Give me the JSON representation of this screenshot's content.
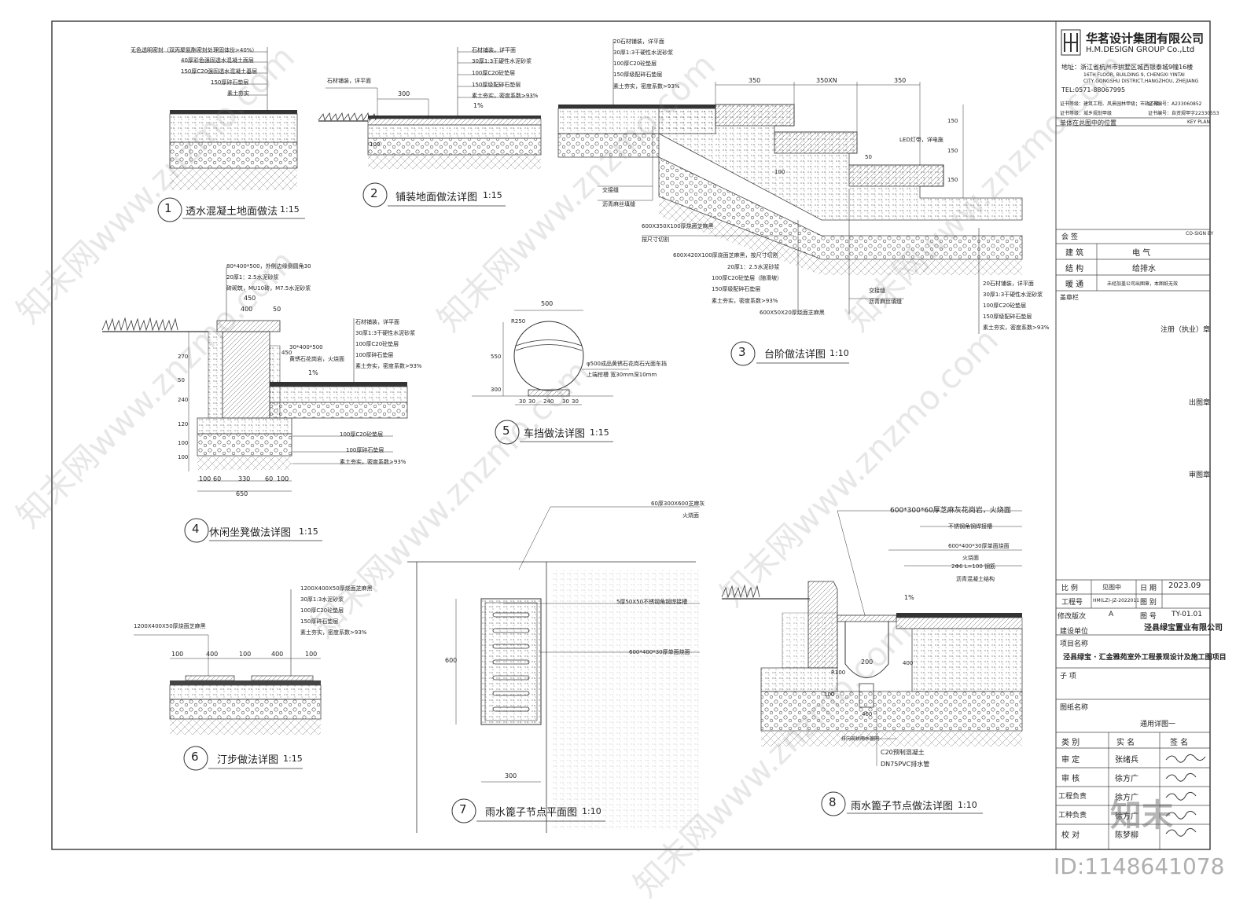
{
  "titleblock": {
    "company_cn": "华茗设计集团有限公司",
    "company_en": "H.M.DESIGN GROUP Co.,Ltd",
    "address_cn": "地址：浙江省杭州市拱墅区城西银泰城9幢16楼",
    "address_en1": "16TH FLOOR, BUILDING 9, CHENGXI YINTAI",
    "address_en2": "CITY,GONGSHU DISTRICT,HANGZHOU, ZHEJIANG",
    "tel": "TEL:0571-88067995",
    "cert1": "证书等级：建筑工程、风景园林甲级；市政乙级",
    "cert1b": "证书编号：A233060852",
    "cert2": "证书等级：城乡规划甲级",
    "cert2b": "证书编号：自资规甲字22330553",
    "key_plan": "单体在总图中的位置",
    "key_plan_en": "KEY PLAN",
    "sign_en": "CO-SIGN BY",
    "sign_label": "会  签",
    "disciplines": [
      {
        "left": "建  筑",
        "right": "电  气"
      },
      {
        "left": "结  构",
        "right": "给排水"
      },
      {
        "left": "暖  通",
        "right": "未经加盖公司出图章，本图纸无效"
      }
    ],
    "stamp_label": "盖章栏",
    "stamp1": "注册（执业）章",
    "stamp2": "出图章",
    "stamp3": "审图章",
    "scale_label": "比  例",
    "scale_value": "见图中",
    "date_label": "日  期",
    "date_value": "2023.09",
    "project_no_label": "工程号",
    "project_no_value": "HM(LZ)-JZ-2022011",
    "drawing_no_label": "图  别",
    "revision_label": "修改版次",
    "revision_value": "A",
    "sheet_no_label": "图  号",
    "sheet_no_value": "TY-01.01",
    "client_label": "建设单位",
    "client_value": "泾县绿宝置业有限公司",
    "project_label": "项目名称",
    "project_value": "泾县绿宝 · 汇金雅苑室外工程景观设计及施工图项目",
    "sub_label": "子    项",
    "drawing_name_label": "图纸名称",
    "drawing_name_value": "通用详图一",
    "sign_header": [
      "类  别",
      "实  名",
      "签  名"
    ],
    "sign_rows": [
      {
        "role": "审  定",
        "name": "张绪兵"
      },
      {
        "role": "审  核",
        "name": "徐方广"
      },
      {
        "role": "工程负责",
        "name": "徐方广"
      },
      {
        "role": "工种负责",
        "name": "徐方广"
      },
      {
        "role": "校  对",
        "name": "陈梦柳"
      }
    ]
  },
  "details": [
    {
      "num": "1",
      "title": "透水混凝土地面做法",
      "scale": "1:15",
      "layers": [
        "无色透明密封（双丙聚氨酯密封处理固体份>40%）",
        "40厚彩色强固透水混凝土面层",
        "150厚C20强固透水混凝土基层",
        "150厚碎石垫层",
        "素土夯实"
      ]
    },
    {
      "num": "2",
      "title": "铺装地面做法详图",
      "scale": "1:15",
      "layers": [
        "石材铺装，详平面",
        "30厚1:3干硬性水泥砂浆",
        "100厚C20砼垫层",
        "150厚级配碎石垫层",
        "素土夯实，密度系数>93%"
      ],
      "side_label": "石材铺装，详平面",
      "dims": [
        "300",
        "1%",
        "100"
      ]
    },
    {
      "num": "3",
      "title": "台阶做法详图",
      "scale": "1:10",
      "top_layers": [
        "20石材铺装，详平面",
        "30厚1:3干硬性水泥砂浆",
        "100厚C20砼垫层",
        "150厚级配碎石垫层",
        "素土夯实，密度系数>93%"
      ],
      "mid_layers": [
        "600X350X100厚烧面芝麻黑",
        "按尺寸切割",
        "600X420X100厚烧面芝麻黑，按尺寸切割",
        "20厚1：2.5水泥砂浆",
        "100厚C20砼垫层（随滑坡）",
        "150厚级配碎石垫层",
        "素土夯实，密度系数>93%",
        "600X50X20厚烧面芝麻黑"
      ],
      "bottom_layers": [
        "20石材铺装，详平面",
        "30厚1:3干硬性水泥砂浆",
        "100厚C20砼垫层",
        "150厚级配碎石垫层",
        "素土夯实，密度系数>93%"
      ],
      "misc": [
        "交接缝",
        "沥青麻丝填缝",
        "LED灯带，详电施",
        "交接缝",
        "沥青麻丝填缝"
      ],
      "dims": [
        "350",
        "350XN",
        "350",
        "150",
        "150",
        "150",
        "50",
        "100"
      ]
    },
    {
      "num": "4",
      "title": "休闲坐凳做法详图",
      "scale": "1:15",
      "layers": [
        "80*400*500，外侧边缘倒圆角30",
        "20厚1：2.5水泥砂浆",
        "砖砌筑，MU10砖，M7.5水泥砂浆"
      ],
      "right_layers": [
        "石材铺装，详平面",
        "30厚1:3干硬性水泥砂浆",
        "100厚C20砼垫层",
        "100厚碎石垫层",
        "素土夯实，密度系数>93%"
      ],
      "inner": [
        "30*400*500",
        "黄锈石花岗岩，火烧面"
      ],
      "bottom_layers": [
        "100厚C20砼垫层",
        "100厚碎石垫层",
        "素土夯实，密度系数>93%"
      ],
      "dims": [
        "450",
        "400",
        "50",
        "270",
        "50",
        "240",
        "120",
        "100",
        "100",
        "450",
        "1%",
        "100",
        "60",
        "330",
        "60",
        "100",
        "650"
      ]
    },
    {
      "num": "5",
      "title": "车挡做法详图",
      "scale": "1:15",
      "notes": [
        "φ500成品黄锈石花岗石光面车挡",
        "上端挖槽  宽30mm深10mm"
      ],
      "dims": [
        "500",
        "R250",
        "550",
        "300",
        "30",
        "30",
        "240",
        "30",
        "30"
      ]
    },
    {
      "num": "6",
      "title": "汀步做法详图",
      "scale": "1:15",
      "layers": [
        "1200X400X50厚烧面芝麻黑",
        "30厚1:3水泥砂浆",
        "100厚C20砼垫层",
        "150厚碎石垫层",
        "素土夯实，密度系数>93%"
      ],
      "left_label": "1200X400X50厚烧面芝麻黑",
      "dims": [
        "100",
        "400",
        "100",
        "400",
        "100"
      ]
    },
    {
      "num": "7",
      "title": "雨水篦子节点平面图",
      "scale": "1:10",
      "notes": [
        "60厚300X600芝麻灰",
        "火烧面",
        "5厚50X50不锈钢角钢焊接槽",
        "600*400*30厚单面烧面"
      ],
      "dims": [
        "600",
        "300"
      ]
    },
    {
      "num": "8",
      "title": "雨水篦子节点做法详图",
      "scale": "1:10",
      "notes": [
        "600*300*60厚芝麻灰花岗岩，火烧面",
        "不锈钢角钢焊接槽",
        "600*400*30厚单面烧面",
        "火烧面",
        "2Φ6 L=100  钢筋",
        "沥青混凝土结构",
        "排向现状雨水管网",
        "C20预制混凝土",
        "DN75PVC排水管"
      ],
      "dims": [
        "1%",
        "200",
        "R100",
        "400",
        "400",
        "100"
      ]
    }
  ],
  "watermark": "知末网www.znzmo.com",
  "brand_logo": "知末",
  "id_text": "ID:1148641078"
}
